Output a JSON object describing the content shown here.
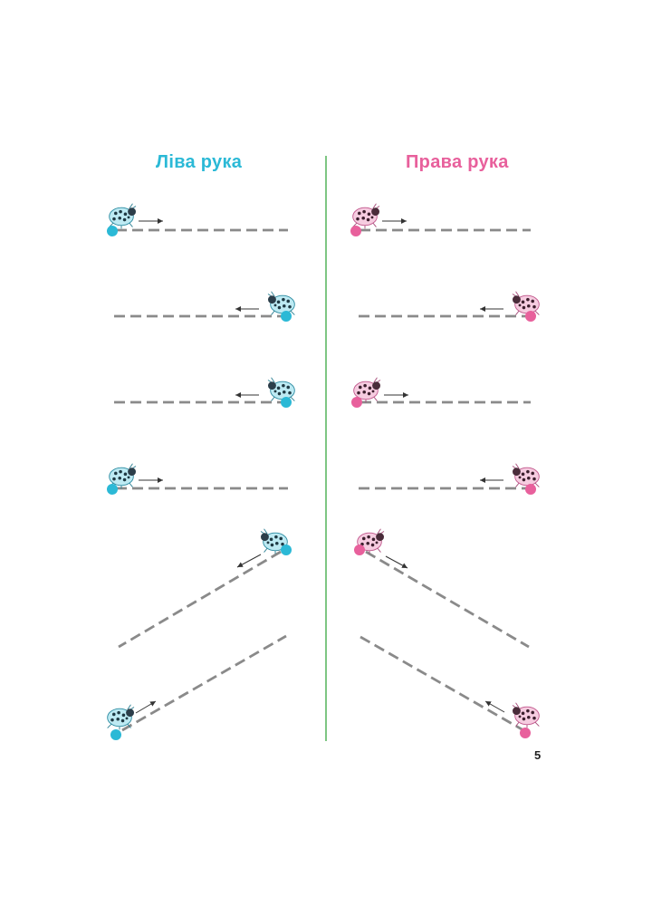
{
  "headings": {
    "left": "Ліва рука",
    "right": "Права рука"
  },
  "page_number": "5",
  "colors": {
    "left_accent": "#2bb9d6",
    "right_accent": "#e8609c",
    "divider": "#54b35a",
    "dash": "#8a8a8a",
    "arrow": "#333333"
  },
  "icons": {
    "start_marker": "ladybug-icon",
    "direction": "arrow-icon"
  }
}
